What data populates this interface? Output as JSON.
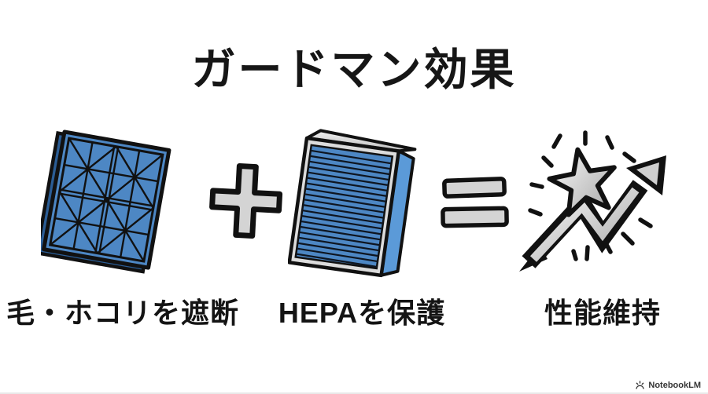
{
  "title": "ガードマン効果",
  "equation": {
    "plus_symbol": "+",
    "equals_symbol": "=",
    "items": [
      {
        "name": "pre-filter",
        "icon": "mesh-prefilter-icon",
        "label": "毛・ホコリを遮断"
      },
      {
        "name": "hepa-filter",
        "icon": "pleated-hepa-filter-icon",
        "label": "HEPAを保護"
      },
      {
        "name": "performance",
        "icon": "star-trend-arrow-icon",
        "label": "性能維持"
      }
    ]
  },
  "watermark": {
    "brand": "NotebookLM",
    "icon": "notebooklm-logo-icon"
  },
  "colors": {
    "background": "#ffffff",
    "outline": "#111111",
    "filter_blue": "#4d87c4",
    "filter_blue_dark": "#2b5d95",
    "filter_blue_side": "#5b9ad8",
    "silver_light": "#f2f2f2",
    "silver_dark": "#b5b5b5",
    "operator_gray": "#d4d4d4",
    "text": "#141414"
  }
}
